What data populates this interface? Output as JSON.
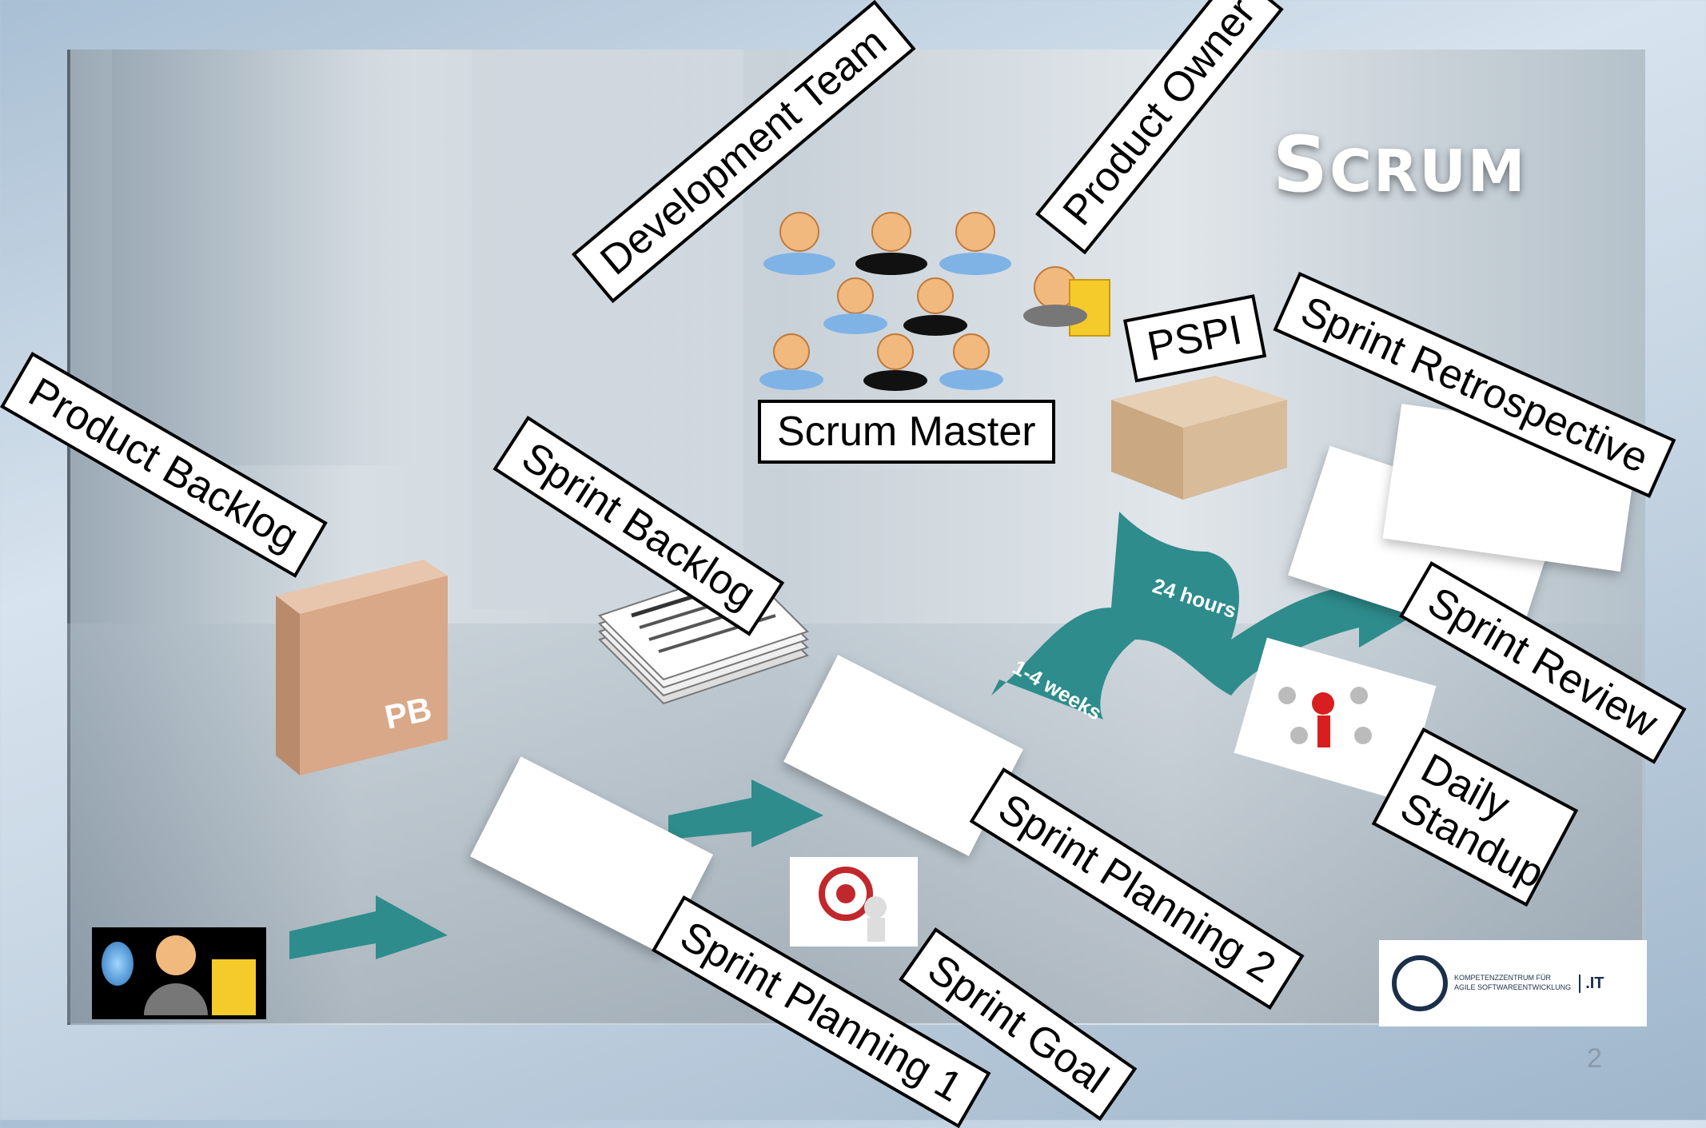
{
  "slide": {
    "title_first": "S",
    "title_rest": "CRUM",
    "page_number": "2"
  },
  "labels": {
    "development_team": "Development Team",
    "product_owner": "Product Owner",
    "product_backlog": "Product Backlog",
    "sprint_backlog": "Sprint Backlog",
    "scrum_master": "Scrum Master",
    "pspi": "PSPI",
    "sprint_retrospective": "Sprint Retrospective",
    "sprint_review": "Sprint Review",
    "daily_standup": "Daily Standup",
    "sprint_planning_2": "Sprint Planning 2",
    "sprint_planning_1": "Sprint Planning 1",
    "sprint_goal": "Sprint Goal"
  },
  "graphics": {
    "book_text": "PB",
    "timeline_24h": "24 hours",
    "timeline_weeks": "1-4 weeks",
    "logo_line1": "KOMPETENZZENTRUM FÜR",
    "logo_line2": "AGILE SOFTWAREENTWICKLUNG",
    "logo_suffix": ".IT"
  },
  "colors": {
    "teal": "#2e8c8c",
    "book": "#d9a888",
    "box": "#d8bb98"
  }
}
